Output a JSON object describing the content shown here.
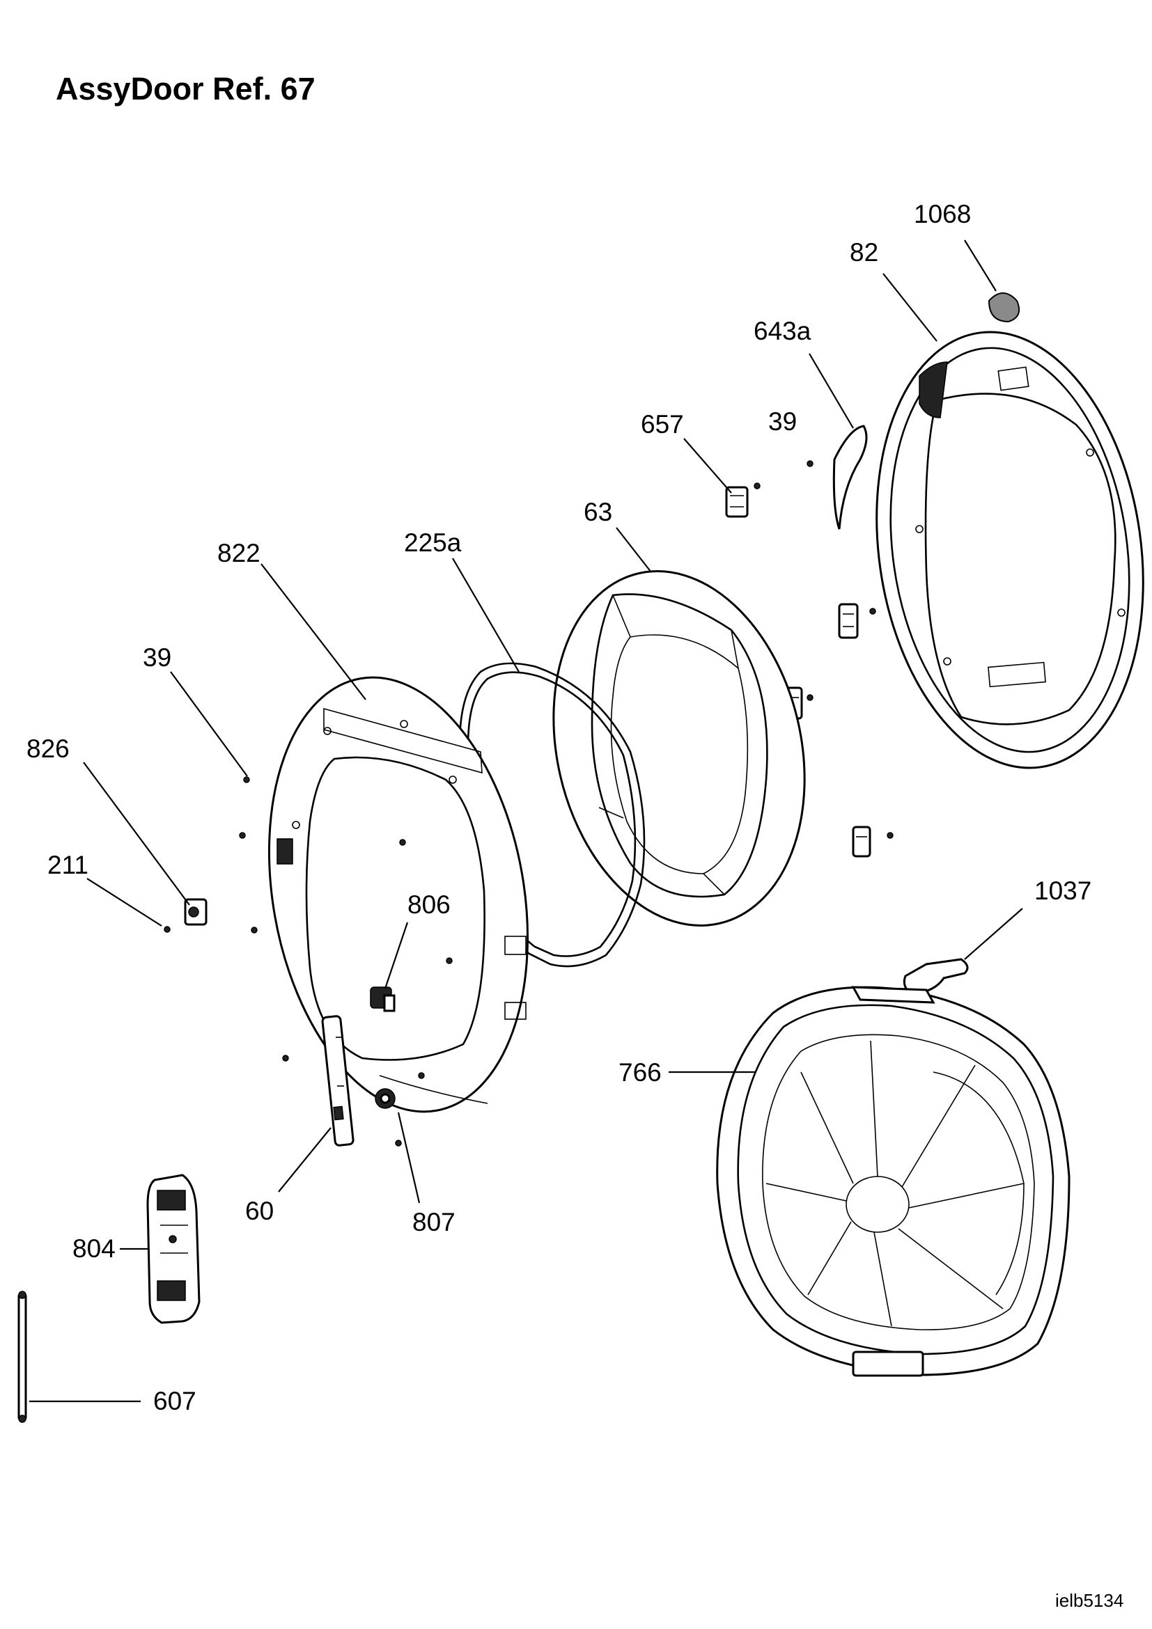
{
  "title": "AssyDoor Ref. 67",
  "image_code": "ielb5134",
  "labels": {
    "l1068": "1068",
    "l82": "82",
    "l643a": "643a",
    "l39a": "39",
    "l657": "657",
    "l63": "63",
    "l822": "822",
    "l225a": "225a",
    "l39b": "39",
    "l826": "826",
    "l211": "211",
    "l806": "806",
    "l1037": "1037",
    "l766": "766",
    "l60": "60",
    "l807": "807",
    "l804": "804",
    "l607": "607"
  }
}
